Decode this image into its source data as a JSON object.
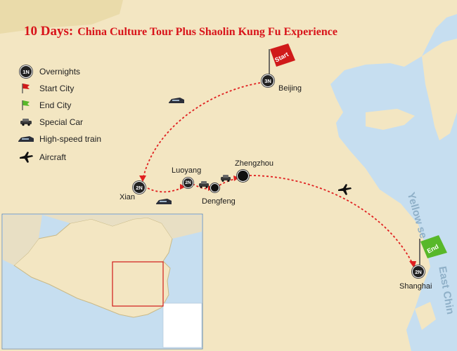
{
  "title": {
    "days": "10 Days:",
    "text": "China Culture Tour Plus Shaolin Kung Fu Experience"
  },
  "legend": [
    {
      "icon": "overnight-badge-icon",
      "badge": "1N",
      "label": "Overnights"
    },
    {
      "icon": "red-flag-icon",
      "label": "Start City"
    },
    {
      "icon": "green-flag-icon",
      "label": "End City"
    },
    {
      "icon": "car-icon",
      "label": "Special Car"
    },
    {
      "icon": "train-icon",
      "label": "High-speed train"
    },
    {
      "icon": "airplane-icon",
      "label": "Aircraft"
    }
  ],
  "cities": {
    "beijing": {
      "name": "Beijing",
      "nights": "3N"
    },
    "xian": {
      "name": "Xian",
      "nights": "2N"
    },
    "luoyang": {
      "name": "Luoyang",
      "nights": "2N"
    },
    "dengfeng": {
      "name": "Dengfeng"
    },
    "zhengzhou": {
      "name": "Zhengzhou"
    },
    "shanghai": {
      "name": "Shanghai",
      "nights": "2N"
    }
  },
  "flags": {
    "start": "Start",
    "end": "End"
  },
  "sea": {
    "yellow": "Yellow se",
    "east": "East Chin"
  },
  "colors": {
    "land": "#f3e6c2",
    "sea": "#c6def0",
    "route": "#e02020",
    "start_flag": "#d01a1a",
    "end_flag": "#58b82a",
    "title": "#d8141a"
  }
}
